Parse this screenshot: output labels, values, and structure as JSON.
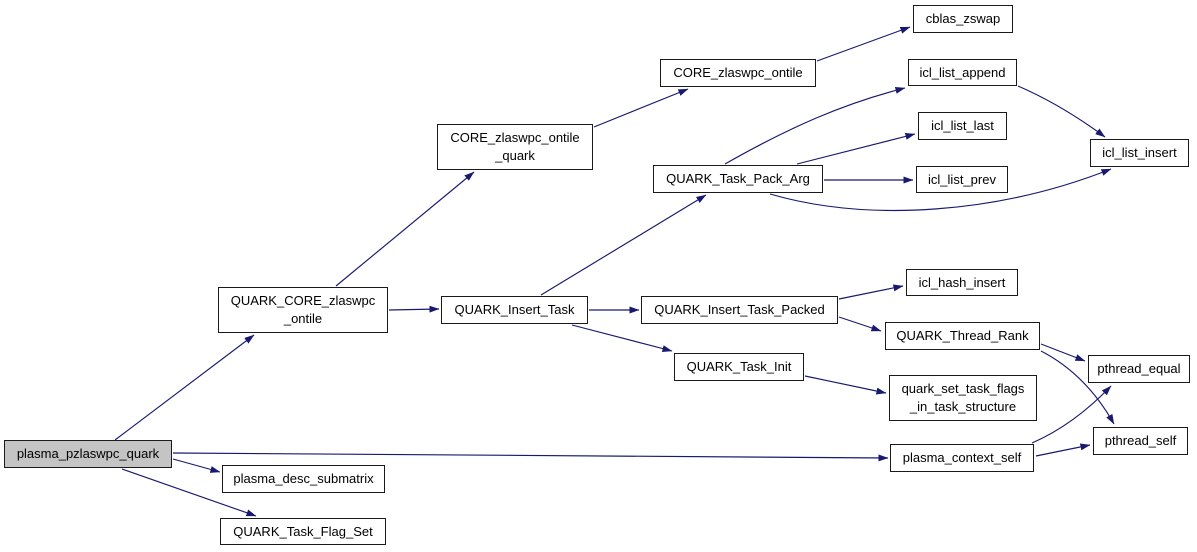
{
  "diagram": {
    "kind": "doxygen-call-graph",
    "colors": {
      "background": "#ffffff",
      "edge": "#191970",
      "node_border": "#1a1a1a",
      "node_fill": "#ffffff",
      "root_fill": "#c4c4c4",
      "text": "#000000"
    },
    "nodes": [
      {
        "id": "plasma_pzlaswpc_quark",
        "label": "plasma_pzlaswpc_quark",
        "role": "root"
      },
      {
        "id": "QUARK_CORE_zlaswpc_ontile",
        "label": "QUARK_CORE_zlaswpc\n_ontile",
        "role": "callee"
      },
      {
        "id": "CORE_zlaswpc_ontile_quark",
        "label": "CORE_zlaswpc_ontile\n_quark",
        "role": "callee"
      },
      {
        "id": "CORE_zlaswpc_ontile",
        "label": "CORE_zlaswpc_ontile",
        "role": "callee"
      },
      {
        "id": "cblas_zswap",
        "label": "cblas_zswap",
        "role": "callee"
      },
      {
        "id": "QUARK_Insert_Task",
        "label": "QUARK_Insert_Task",
        "role": "callee"
      },
      {
        "id": "QUARK_Task_Pack_Arg",
        "label": "QUARK_Task_Pack_Arg",
        "role": "callee"
      },
      {
        "id": "icl_list_append",
        "label": "icl_list_append",
        "role": "callee"
      },
      {
        "id": "icl_list_last",
        "label": "icl_list_last",
        "role": "callee"
      },
      {
        "id": "icl_list_prev",
        "label": "icl_list_prev",
        "role": "callee"
      },
      {
        "id": "icl_list_insert",
        "label": "icl_list_insert",
        "role": "callee"
      },
      {
        "id": "QUARK_Insert_Task_Packed",
        "label": "QUARK_Insert_Task_Packed",
        "role": "callee"
      },
      {
        "id": "icl_hash_insert",
        "label": "icl_hash_insert",
        "role": "callee"
      },
      {
        "id": "QUARK_Thread_Rank",
        "label": "QUARK_Thread_Rank",
        "role": "callee"
      },
      {
        "id": "QUARK_Task_Init",
        "label": "QUARK_Task_Init",
        "role": "callee"
      },
      {
        "id": "quark_set_task_flags_in_task_structure",
        "label": "quark_set_task_flags\n_in_task_structure",
        "role": "callee"
      },
      {
        "id": "plasma_context_self",
        "label": "plasma_context_self",
        "role": "callee"
      },
      {
        "id": "pthread_equal",
        "label": "pthread_equal",
        "role": "callee"
      },
      {
        "id": "pthread_self",
        "label": "pthread_self",
        "role": "callee"
      },
      {
        "id": "plasma_desc_submatrix",
        "label": "plasma_desc_submatrix",
        "role": "callee"
      },
      {
        "id": "QUARK_Task_Flag_Set",
        "label": "QUARK_Task_Flag_Set",
        "role": "callee"
      }
    ],
    "edges": [
      {
        "from": "plasma_pzlaswpc_quark",
        "to": "QUARK_CORE_zlaswpc_ontile"
      },
      {
        "from": "plasma_pzlaswpc_quark",
        "to": "plasma_context_self"
      },
      {
        "from": "plasma_pzlaswpc_quark",
        "to": "plasma_desc_submatrix"
      },
      {
        "from": "plasma_pzlaswpc_quark",
        "to": "QUARK_Task_Flag_Set"
      },
      {
        "from": "QUARK_CORE_zlaswpc_ontile",
        "to": "CORE_zlaswpc_ontile_quark"
      },
      {
        "from": "QUARK_CORE_zlaswpc_ontile",
        "to": "QUARK_Insert_Task"
      },
      {
        "from": "CORE_zlaswpc_ontile_quark",
        "to": "CORE_zlaswpc_ontile"
      },
      {
        "from": "CORE_zlaswpc_ontile",
        "to": "cblas_zswap"
      },
      {
        "from": "QUARK_Insert_Task",
        "to": "QUARK_Task_Pack_Arg"
      },
      {
        "from": "QUARK_Insert_Task",
        "to": "QUARK_Insert_Task_Packed"
      },
      {
        "from": "QUARK_Insert_Task",
        "to": "QUARK_Task_Init"
      },
      {
        "from": "QUARK_Task_Pack_Arg",
        "to": "icl_list_append"
      },
      {
        "from": "QUARK_Task_Pack_Arg",
        "to": "icl_list_last"
      },
      {
        "from": "QUARK_Task_Pack_Arg",
        "to": "icl_list_prev"
      },
      {
        "from": "QUARK_Task_Pack_Arg",
        "to": "icl_list_insert"
      },
      {
        "from": "icl_list_append",
        "to": "icl_list_insert"
      },
      {
        "from": "QUARK_Insert_Task_Packed",
        "to": "icl_hash_insert"
      },
      {
        "from": "QUARK_Insert_Task_Packed",
        "to": "QUARK_Thread_Rank"
      },
      {
        "from": "QUARK_Task_Init",
        "to": "quark_set_task_flags_in_task_structure"
      },
      {
        "from": "QUARK_Thread_Rank",
        "to": "pthread_equal"
      },
      {
        "from": "QUARK_Thread_Rank",
        "to": "pthread_self"
      },
      {
        "from": "plasma_context_self",
        "to": "pthread_equal"
      },
      {
        "from": "plasma_context_self",
        "to": "pthread_self"
      }
    ]
  }
}
